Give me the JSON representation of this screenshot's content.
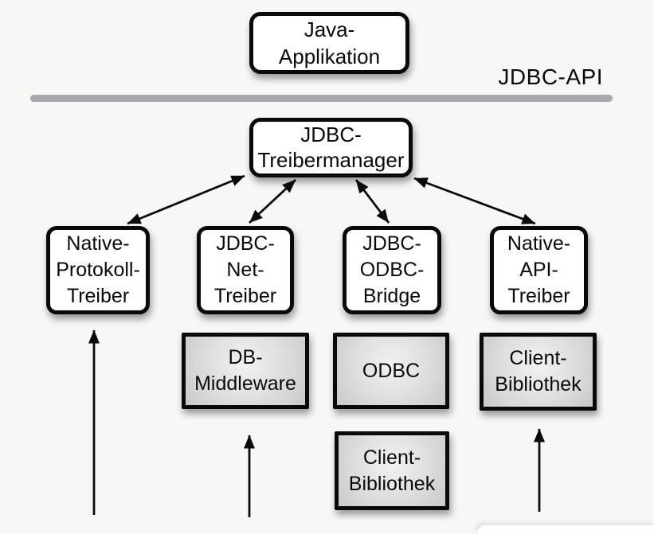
{
  "page": {
    "background_color": "#f7f7f5"
  },
  "api_layer": {
    "label": "JDBC-API",
    "divider_color": "#a9a9ad"
  },
  "boxes": {
    "application": "Java-\nApplikation",
    "driver_manager": "JDBC-\nTreibermanager",
    "drivers": [
      "Native-\nProtokoll-\nTreiber",
      "JDBC-\nNet-\nTreiber",
      "JDBC-\nODBC-\nBridge",
      "Native-\nAPI-\nTreiber"
    ],
    "components": [
      "DB-\nMiddleware",
      "ODBC",
      "Client-\nBibliothek",
      "Client-\nBibliothek"
    ]
  },
  "colors": {
    "box_border": "#0a0a0a",
    "box_fill": "#ffffff",
    "component_fill_light": "#f2f2f2",
    "component_fill_dark": "#c2c2c2",
    "arrow": "#0a0a0a"
  }
}
